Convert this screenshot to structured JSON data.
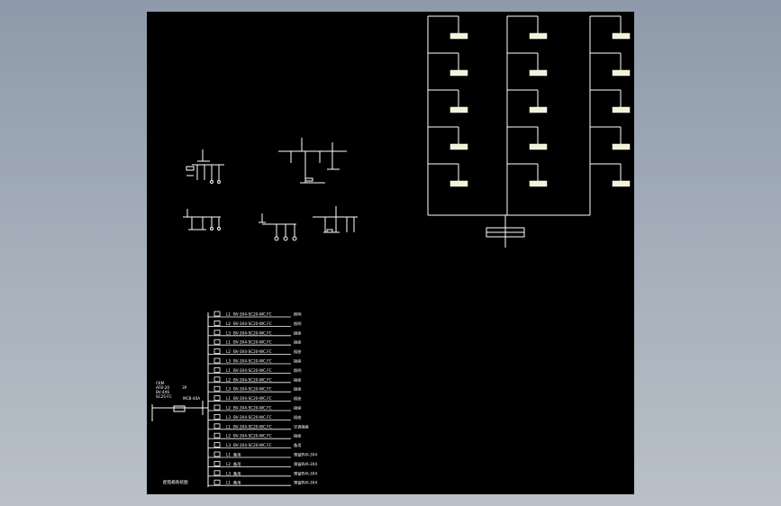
{
  "drawing": {
    "background": "#000000",
    "line_color": "#ffffff",
    "fixture_color": "#f2f2d8"
  },
  "riser": {
    "columns": 3,
    "rows": 5
  },
  "panel": {
    "title": "照明配电箱",
    "incoming": [
      "CKM",
      "AFB-20",
      "BV-4X6",
      "SC25-FC"
    ],
    "main_breaker": "MCB-40A",
    "main_note": "3P",
    "circuits": [
      {
        "id": "L1",
        "spec": "BV-3X4-SC20-WC.FC",
        "load": "照明"
      },
      {
        "id": "L2",
        "spec": "BV-3X4-SC20-WC.FC",
        "load": "照明"
      },
      {
        "id": "L3",
        "spec": "BV-3X4-SC20-WC.FC",
        "load": "插座"
      },
      {
        "id": "L1",
        "spec": "BV-3X4-SC20-WC.FC",
        "load": "插座"
      },
      {
        "id": "L2",
        "spec": "BV-3X4-SC20-WC.FC",
        "load": "插座"
      },
      {
        "id": "L3",
        "spec": "BV-3X4-SC20-WC.FC",
        "load": "插座"
      },
      {
        "id": "L1",
        "spec": "BV-3X4-SC20-WC.FC",
        "load": "照明"
      },
      {
        "id": "L2",
        "spec": "BV-3X4-SC20-WC.FC",
        "load": "插座"
      },
      {
        "id": "L3",
        "spec": "BV-3X4-SC20-WC.FC",
        "load": "插座"
      },
      {
        "id": "L1",
        "spec": "BV-3X4-SC20-WC.FC",
        "load": "插座"
      },
      {
        "id": "L2",
        "spec": "BV-3X4-SC20-WC.FC",
        "load": "插座"
      },
      {
        "id": "L3",
        "spec": "BV-3X4-SC20-WC.FC",
        "load": "插座"
      },
      {
        "id": "L1",
        "spec": "BV-3X4-SC20-WC.FC",
        "load": "空调插座"
      },
      {
        "id": "L2",
        "spec": "BV-3X4-SC20-WC.FC",
        "load": "插座"
      },
      {
        "id": "L3",
        "spec": "BV-3X4-SC20-WC.FC",
        "load": "备用"
      },
      {
        "id": "L1",
        "spec": "备用",
        "load": "预留BVA-3X4"
      },
      {
        "id": "L2",
        "spec": "备用",
        "load": "预留BVA-3X4"
      },
      {
        "id": "L3",
        "spec": "备用",
        "load": "预留BVA-3X4"
      },
      {
        "id": "L1",
        "spec": "备用",
        "load": "预留BVA-3X4"
      }
    ],
    "footer": "配电箱系统图"
  }
}
